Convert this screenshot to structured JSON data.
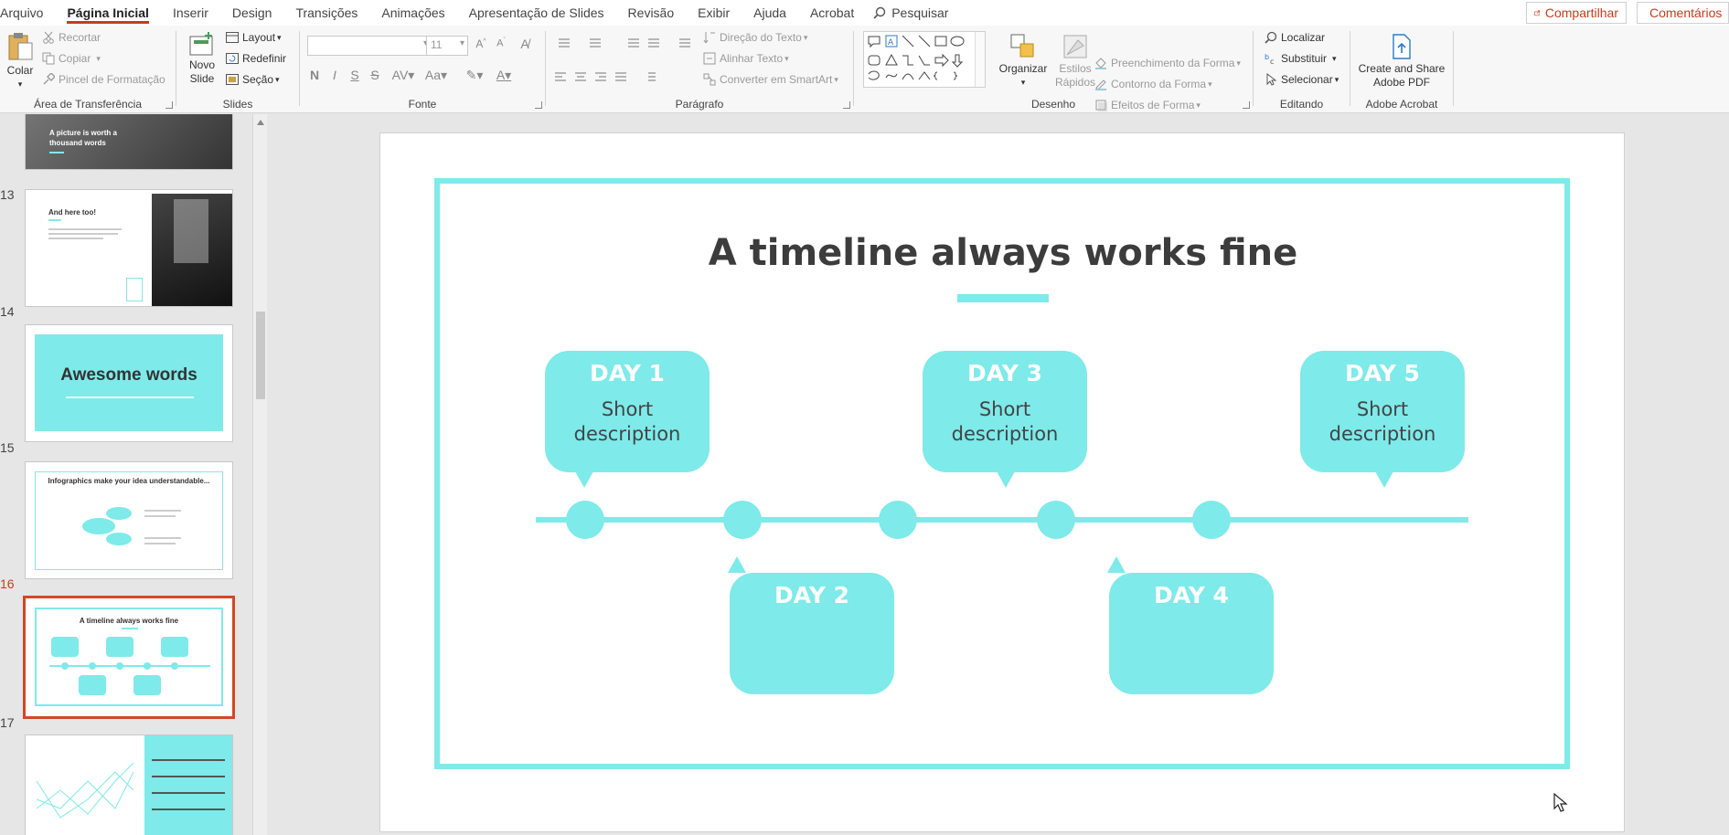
{
  "menu": {
    "tabs": [
      "Arquivo",
      "Página Inicial",
      "Inserir",
      "Design",
      "Transições",
      "Animações",
      "Apresentação de Slides",
      "Revisão",
      "Exibir",
      "Ajuda",
      "Acrobat"
    ],
    "search": "Pesquisar",
    "share": "Compartilhar",
    "comments": "Comentários"
  },
  "ribbon": {
    "clipboard": {
      "label": "Área de Transferência",
      "paste": "Colar",
      "cut": "Recortar",
      "copy": "Copiar",
      "format_painter": "Pincel de Formatação"
    },
    "slides": {
      "label": "Slides",
      "new_slide": "Novo Slide",
      "layout": "Layout",
      "reset": "Redefinir",
      "section": "Seção"
    },
    "font": {
      "label": "Fonte",
      "size": "11",
      "bold": "N",
      "italic": "I",
      "underline": "S",
      "strike": "S"
    },
    "paragraph": {
      "label": "Parágrafo",
      "text_direction": "Direção do Texto",
      "align_text": "Alinhar Texto",
      "smartart": "Converter em SmartArt"
    },
    "drawing": {
      "label": "Desenho",
      "arrange": "Organizar",
      "quick_styles": "Estilos Rápidos",
      "shape_fill": "Preenchimento da Forma",
      "shape_outline": "Contorno da Forma",
      "shape_effects": "Efeitos de Forma"
    },
    "editing": {
      "label": "Editando",
      "find": "Localizar",
      "replace": "Substituir",
      "select": "Selecionar"
    },
    "acrobat": {
      "label": "Adobe Acrobat",
      "create_share": "Create and Share Adobe PDF"
    }
  },
  "thumbnails": {
    "items": [
      {
        "num": "",
        "text": "A picture is worth a thousand words"
      },
      {
        "num": "13",
        "text": "And here too!"
      },
      {
        "num": "14",
        "text": "Awesome words"
      },
      {
        "num": "15",
        "text": "Infographics make your idea understandable..."
      },
      {
        "num": "16",
        "text": "A timeline always works fine"
      },
      {
        "num": "17",
        "text": ""
      }
    ]
  },
  "slide": {
    "title": "A timeline always works fine",
    "days": [
      {
        "label": "DAY 1",
        "desc": "Short\ndescription"
      },
      {
        "label": "DAY 2",
        "desc": ""
      },
      {
        "label": "DAY 3",
        "desc": "Short\ndescription"
      },
      {
        "label": "DAY 4",
        "desc": ""
      },
      {
        "label": "DAY 5",
        "desc": "Short\ndescription"
      }
    ],
    "accent": "#7eeaea"
  }
}
